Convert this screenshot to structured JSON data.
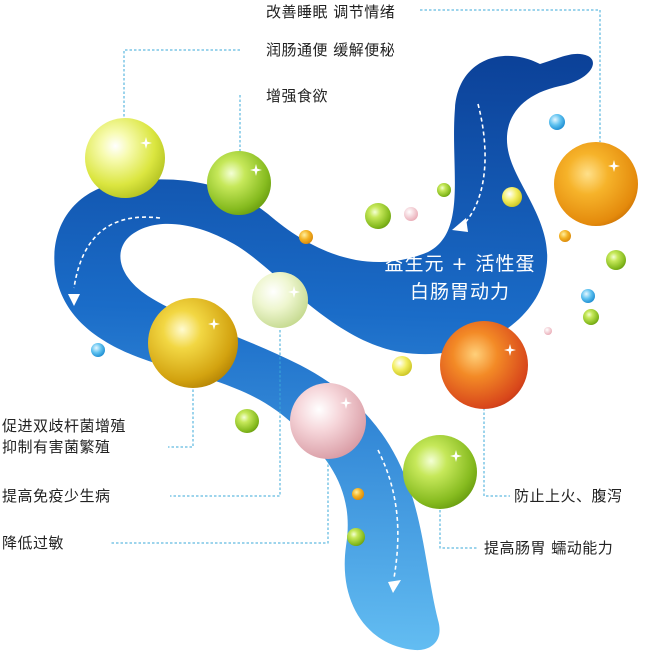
{
  "center_text": {
    "line1": "益生元 + 活性蛋",
    "line2": "白肠胃动力"
  },
  "benefits": {
    "sleep_mood": "改善睡眠  调节情绪",
    "bowel": "润肠通便  缓解便秘",
    "appetite": "增强食欲",
    "bifido_line1": "促进双歧杆菌增殖",
    "bifido_line2": "抑制有害菌繁殖",
    "immunity": "提高免疫少生病",
    "allergy": "降低过敏",
    "heat_diarrhea": "防止上火、腹泻",
    "motility": "提高肠胃  蠕动能力"
  },
  "colors": {
    "band_dark": "#0d47a1",
    "band_mid": "#1e78d2",
    "band_light": "#5ab4ee",
    "leader": "#3aa8d8"
  }
}
